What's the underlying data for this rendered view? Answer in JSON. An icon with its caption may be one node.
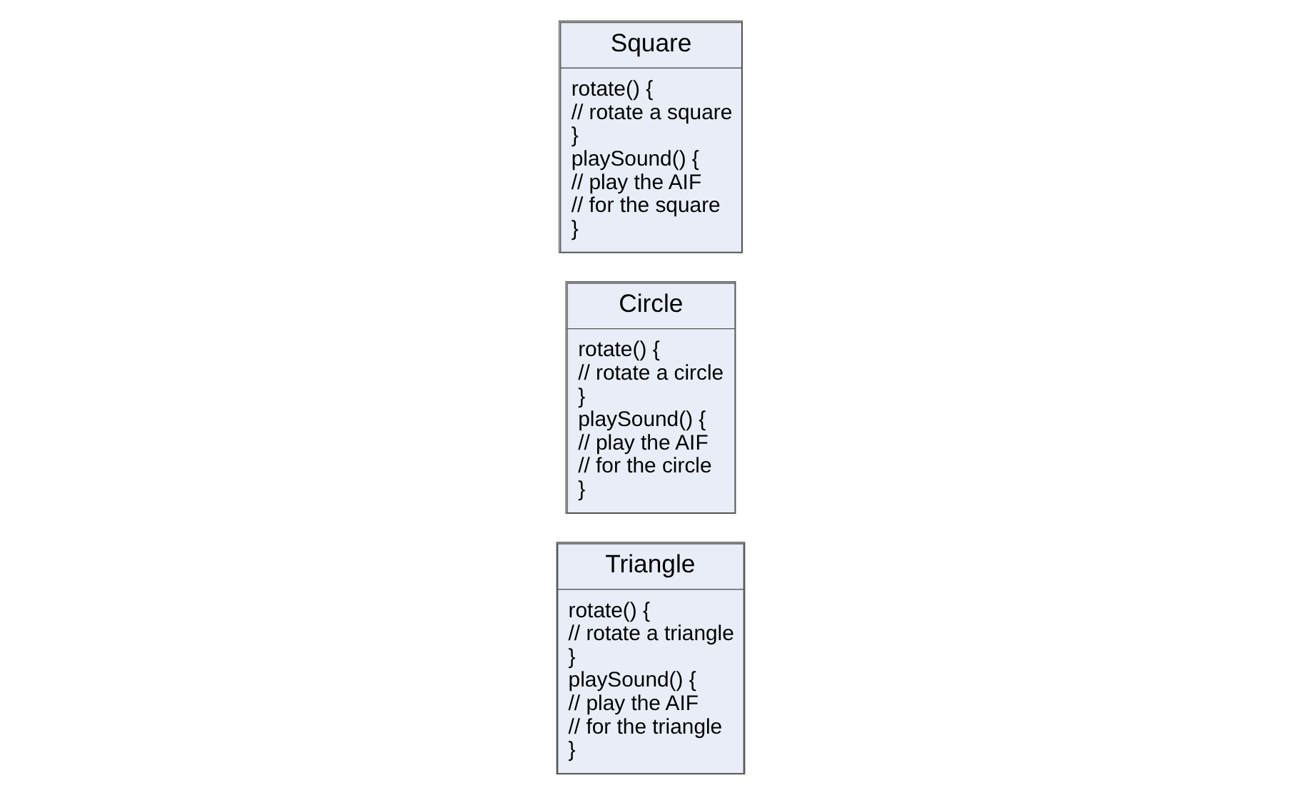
{
  "diagram": {
    "nodes": [
      {
        "text": [
          "Square",
          "rotate() {",
          "// rotate a square",
          "}",
          "playSound() {",
          "// play the AIF",
          "// for the square",
          "}"
        ]
      },
      {
        "text": [
          "Circle",
          "rotate() {",
          "// rotate a circle",
          "}",
          "playSound() {",
          "// play the AIF",
          "// for the circle",
          "}"
        ]
      },
      {
        "text": [
          "Triangle",
          "rotate() {",
          "// rotate a triangle",
          "}",
          "playSound() {",
          "// play the AIF",
          "// for the triangle",
          "}"
        ]
      }
    ]
  }
}
